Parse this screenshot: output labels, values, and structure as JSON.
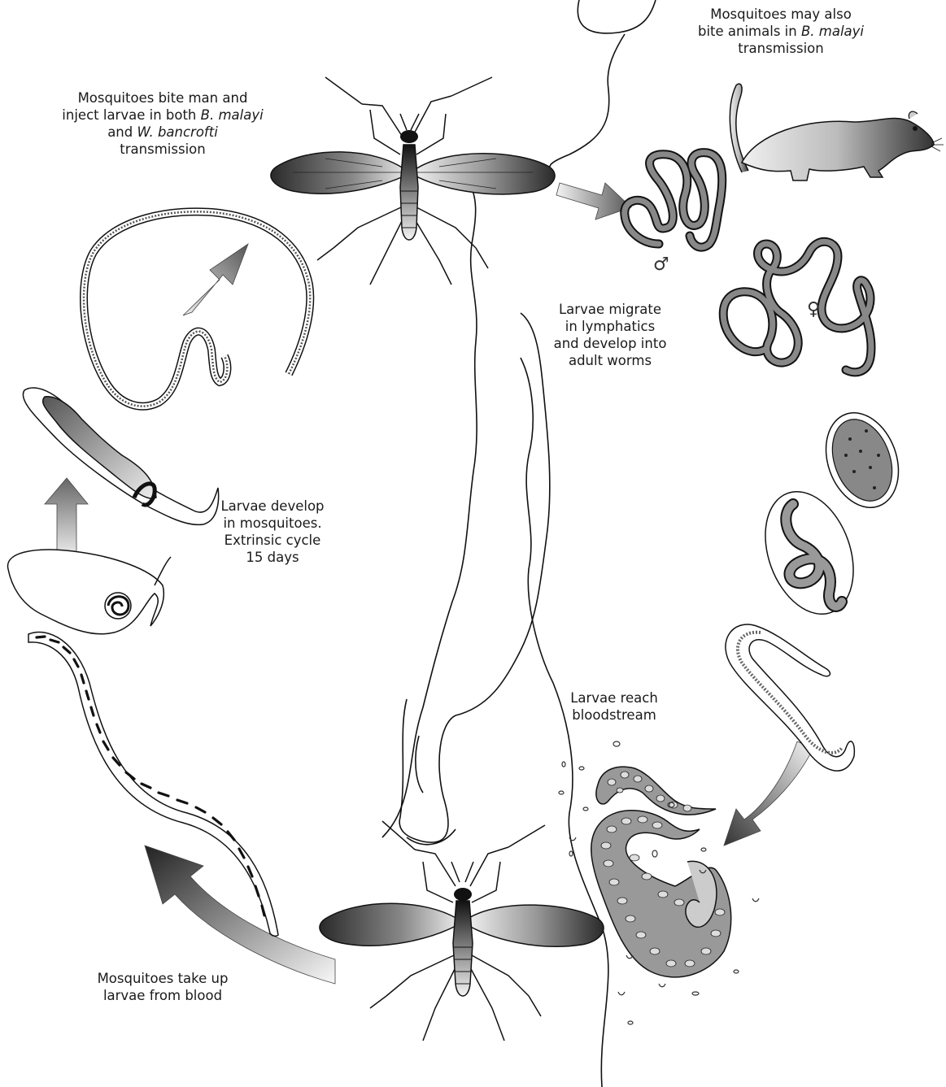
{
  "labels": {
    "bite_man": {
      "line1": "Mosquitoes bite man and",
      "line2a": "inject larvae in both ",
      "line2b": "B. malayi",
      "line3a": "and ",
      "line3b": "W. bancrofti",
      "line4": "transmission"
    },
    "bite_animals": {
      "line1": "Mosquitoes may also",
      "line2a": "bite animals in ",
      "line2b": "B. malayi",
      "line3": "transmission"
    },
    "migrate": {
      "line1": "Larvae migrate",
      "line2": "in lymphatics",
      "line3": "and develop into",
      "line4": "adult worms"
    },
    "develop": {
      "line1": "Larvae develop",
      "line2": "in mosquitoes.",
      "line3": "Extrinsic cycle",
      "line4": "15 days"
    },
    "bloodstream": {
      "line1": "Larvae reach",
      "line2": "bloodstream"
    },
    "take_up": {
      "line1": "Mosquitoes take up",
      "line2": "larvae from blood"
    }
  },
  "symbols": {
    "male": "♂",
    "female": "♀"
  }
}
